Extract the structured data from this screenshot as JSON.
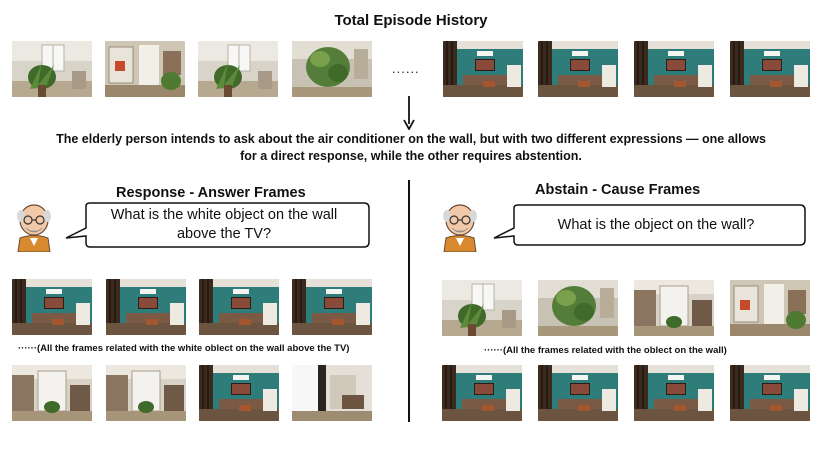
{
  "title": "Total Episode History",
  "ellipsis": "......",
  "description_line1": "The elderly person intends to ask about the air conditioner on the wall, but with two different expressions — one allows",
  "description_line2": "for a direct response, while the other requires abstention.",
  "left": {
    "heading": "Response - Answer Frames",
    "question_line1": "What is the white object on the wall",
    "question_line2": "above the TV?",
    "caption": "······(All the frames related with the white oblect on the wall above the TV)"
  },
  "right": {
    "heading": "Abstain - Cause Frames",
    "question": "What is the object on the wall?",
    "caption": "······(All the frames related with the oblect on the wall)"
  },
  "colors": {
    "teal_wall": "#2f7d7a",
    "white_room": "#e8e4dc",
    "plant": "#3f6a2a",
    "wood": "#4a3020",
    "sofa": "#7a5a44"
  }
}
